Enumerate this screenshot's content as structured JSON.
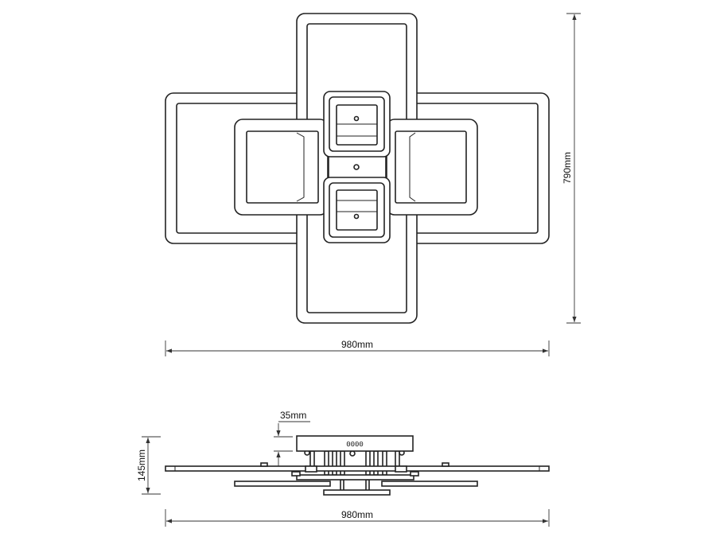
{
  "top_view": {
    "height_label": "790mm",
    "width_label": "980mm"
  },
  "side_view": {
    "height_label": "145mm",
    "canopy_label": "35mm",
    "width_label": "980mm",
    "canopy_marking": "0000"
  },
  "colors": {
    "line": "#222222",
    "background": "#ffffff"
  }
}
